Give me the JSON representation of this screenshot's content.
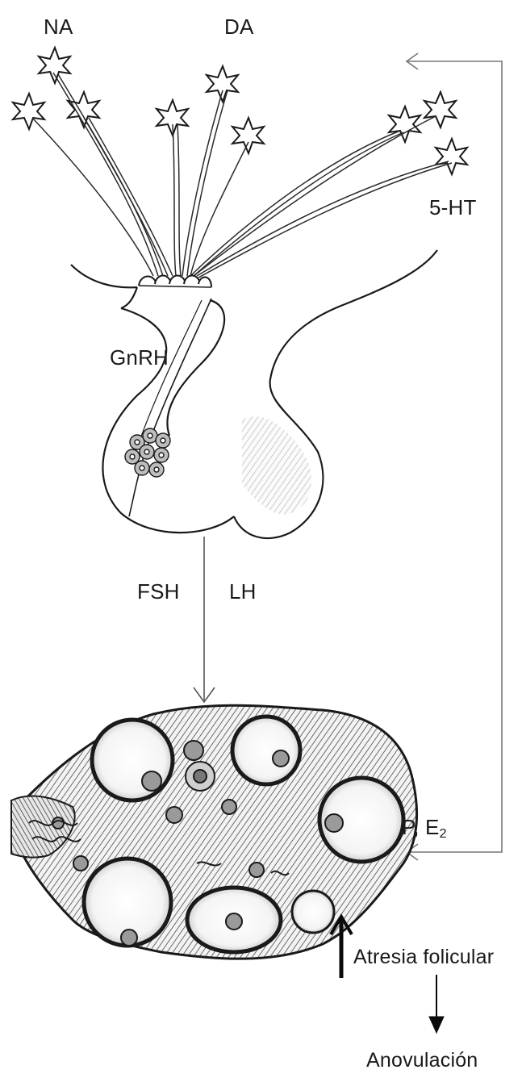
{
  "labels": {
    "na": "NA",
    "da": "DA",
    "serotonin": "5-HT",
    "gnrh": "GnRH",
    "fsh": "FSH",
    "lh": "LH",
    "progesterone": "P, E",
    "estradiol_sub": "2",
    "atresia": "Atresia folicular",
    "anovulation": "Anovulación"
  },
  "colors": {
    "ink": "#1a1a1a",
    "shade": "#8a8a8a",
    "background": "#ffffff"
  },
  "icons": {
    "neuron": "star-neuron-icon",
    "arrow_up": "bold-up-arrow-icon",
    "arrow_down": "down-arrow-icon"
  }
}
